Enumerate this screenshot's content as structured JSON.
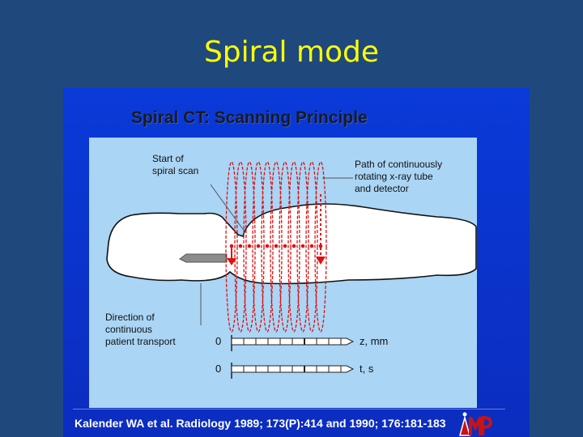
{
  "slide": {
    "title": "Spiral mode"
  },
  "figure": {
    "title": "Spiral CT: Scanning Principle",
    "label_start": [
      "Start of",
      "spiral scan"
    ],
    "label_path": [
      "Path of continuously",
      "rotating x-ray tube",
      "and detector"
    ],
    "label_direction": [
      "Direction of",
      "continuous",
      "patient transport"
    ],
    "axis_z": {
      "zero": "0",
      "label": "z, mm"
    },
    "axis_t": {
      "zero": "0",
      "label": "t, s"
    },
    "credit": "Kalender WA et al. Radiology 1989; 173(P):414 and 1990; 176:181-183",
    "logo_text": "IMP",
    "colors": {
      "helix": "#dd1111",
      "panel": "#aad5f5",
      "frame": "#0a3ad8",
      "title": "#ffff00"
    }
  }
}
